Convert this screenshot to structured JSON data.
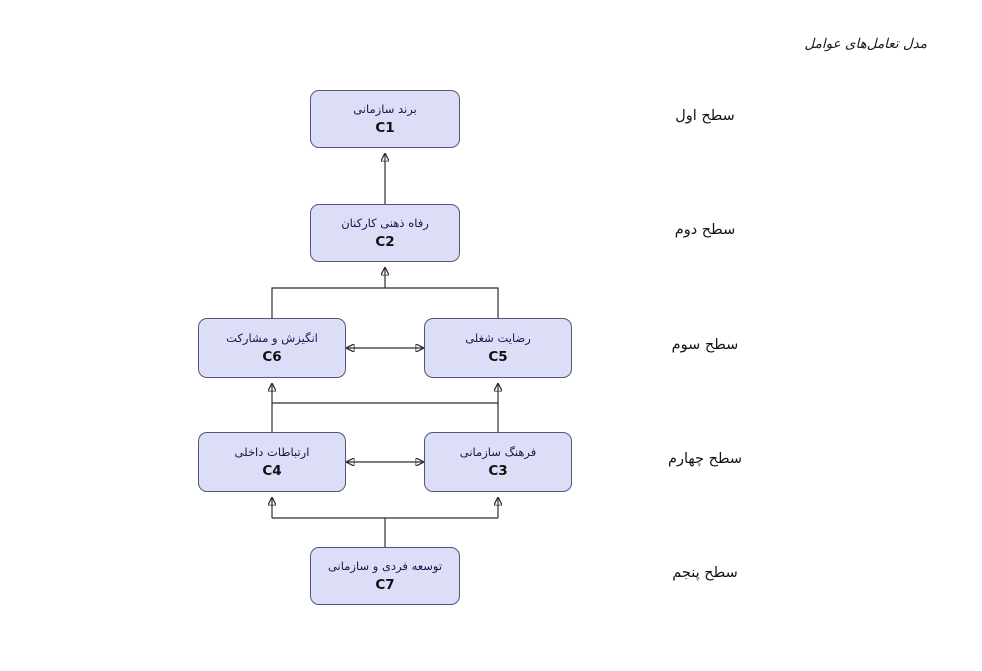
{
  "title": "مدل تعامل‌های عوامل",
  "colors": {
    "node_fill": "#dcdef8",
    "node_border": "#55557a",
    "line": "#2e2e2e"
  },
  "chart_data": {
    "type": "diagram",
    "subtype": "ism-level-hierarchy",
    "title": "مدل تعامل‌های عوامل",
    "nodes": [
      {
        "code": "C1",
        "label": "برند سازمانی",
        "level": 1
      },
      {
        "code": "C2",
        "label": "رفاه ذهنی کارکنان",
        "level": 2
      },
      {
        "code": "C6",
        "label": "انگیزش و مشارکت",
        "level": 3
      },
      {
        "code": "C5",
        "label": "رضایت شغلی",
        "level": 3
      },
      {
        "code": "C4",
        "label": "ارتباطات داخلی",
        "level": 4
      },
      {
        "code": "C3",
        "label": "فرهنگ سازمانی",
        "level": 4
      },
      {
        "code": "C7",
        "label": "توسعه فردی و سازمانی",
        "level": 5
      }
    ],
    "edges": [
      {
        "from": "C2",
        "to": "C1",
        "type": "arrow-up"
      },
      {
        "from": "C6",
        "to": "C2",
        "type": "arrow-up-merged"
      },
      {
        "from": "C5",
        "to": "C2",
        "type": "arrow-up-merged"
      },
      {
        "from": "C4",
        "to": "C6",
        "type": "arrow-up-linked"
      },
      {
        "from": "C3",
        "to": "C5",
        "type": "arrow-up-linked"
      },
      {
        "from": "C7",
        "to": "C4",
        "type": "arrow-up-merged"
      },
      {
        "from": "C7",
        "to": "C3",
        "type": "arrow-up-merged"
      },
      {
        "from": "C6",
        "to": "C5",
        "type": "double-arrow"
      },
      {
        "from": "C4",
        "to": "C3",
        "type": "double-arrow"
      }
    ]
  },
  "nodes": [
    {
      "code": "C1",
      "label": "برند سازمانی"
    },
    {
      "code": "C2",
      "label": "رفاه ذهنی کارکنان"
    },
    {
      "code": "C6",
      "label": "انگیزش و مشارکت"
    },
    {
      "code": "C5",
      "label": "رضایت شغلی"
    },
    {
      "code": "C4",
      "label": "ارتباطات داخلی"
    },
    {
      "code": "C3",
      "label": "فرهنگ سازمانی"
    },
    {
      "code": "C7",
      "label": "توسعه فردی و سازمانی"
    }
  ],
  "levels": [
    {
      "label": "سطح اول"
    },
    {
      "label": "سطح دوم"
    },
    {
      "label": "سطح سوم"
    },
    {
      "label": "سطح چهارم"
    },
    {
      "label": "سطح پنجم"
    }
  ]
}
